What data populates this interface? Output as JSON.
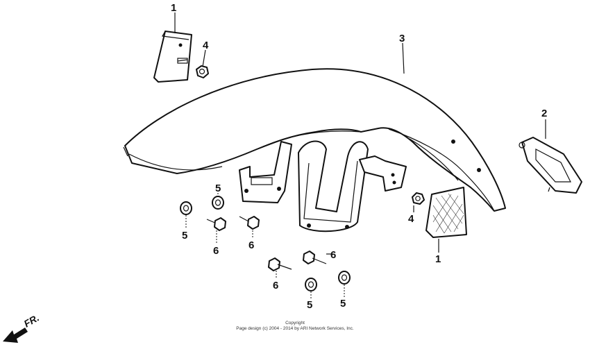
{
  "callouts": {
    "reflector_top": "1",
    "reflector_side": "1",
    "reflector_bracket": "2",
    "fender": "3",
    "nut_top": "4",
    "nut_side": "4",
    "washer_a": "5",
    "washer_b": "5",
    "washer_c": "5",
    "washer_d": "5",
    "bolt_a": "6",
    "bolt_b": "6",
    "bolt_c": "6",
    "bolt_d": "6"
  },
  "copyright": {
    "line1": "Copyright",
    "line2": "Page design (c) 2004 - 2014 by ARI Network Services, Inc."
  },
  "direction": {
    "label": "FR."
  },
  "colors": {
    "line": "#111111",
    "background": "#ffffff"
  }
}
